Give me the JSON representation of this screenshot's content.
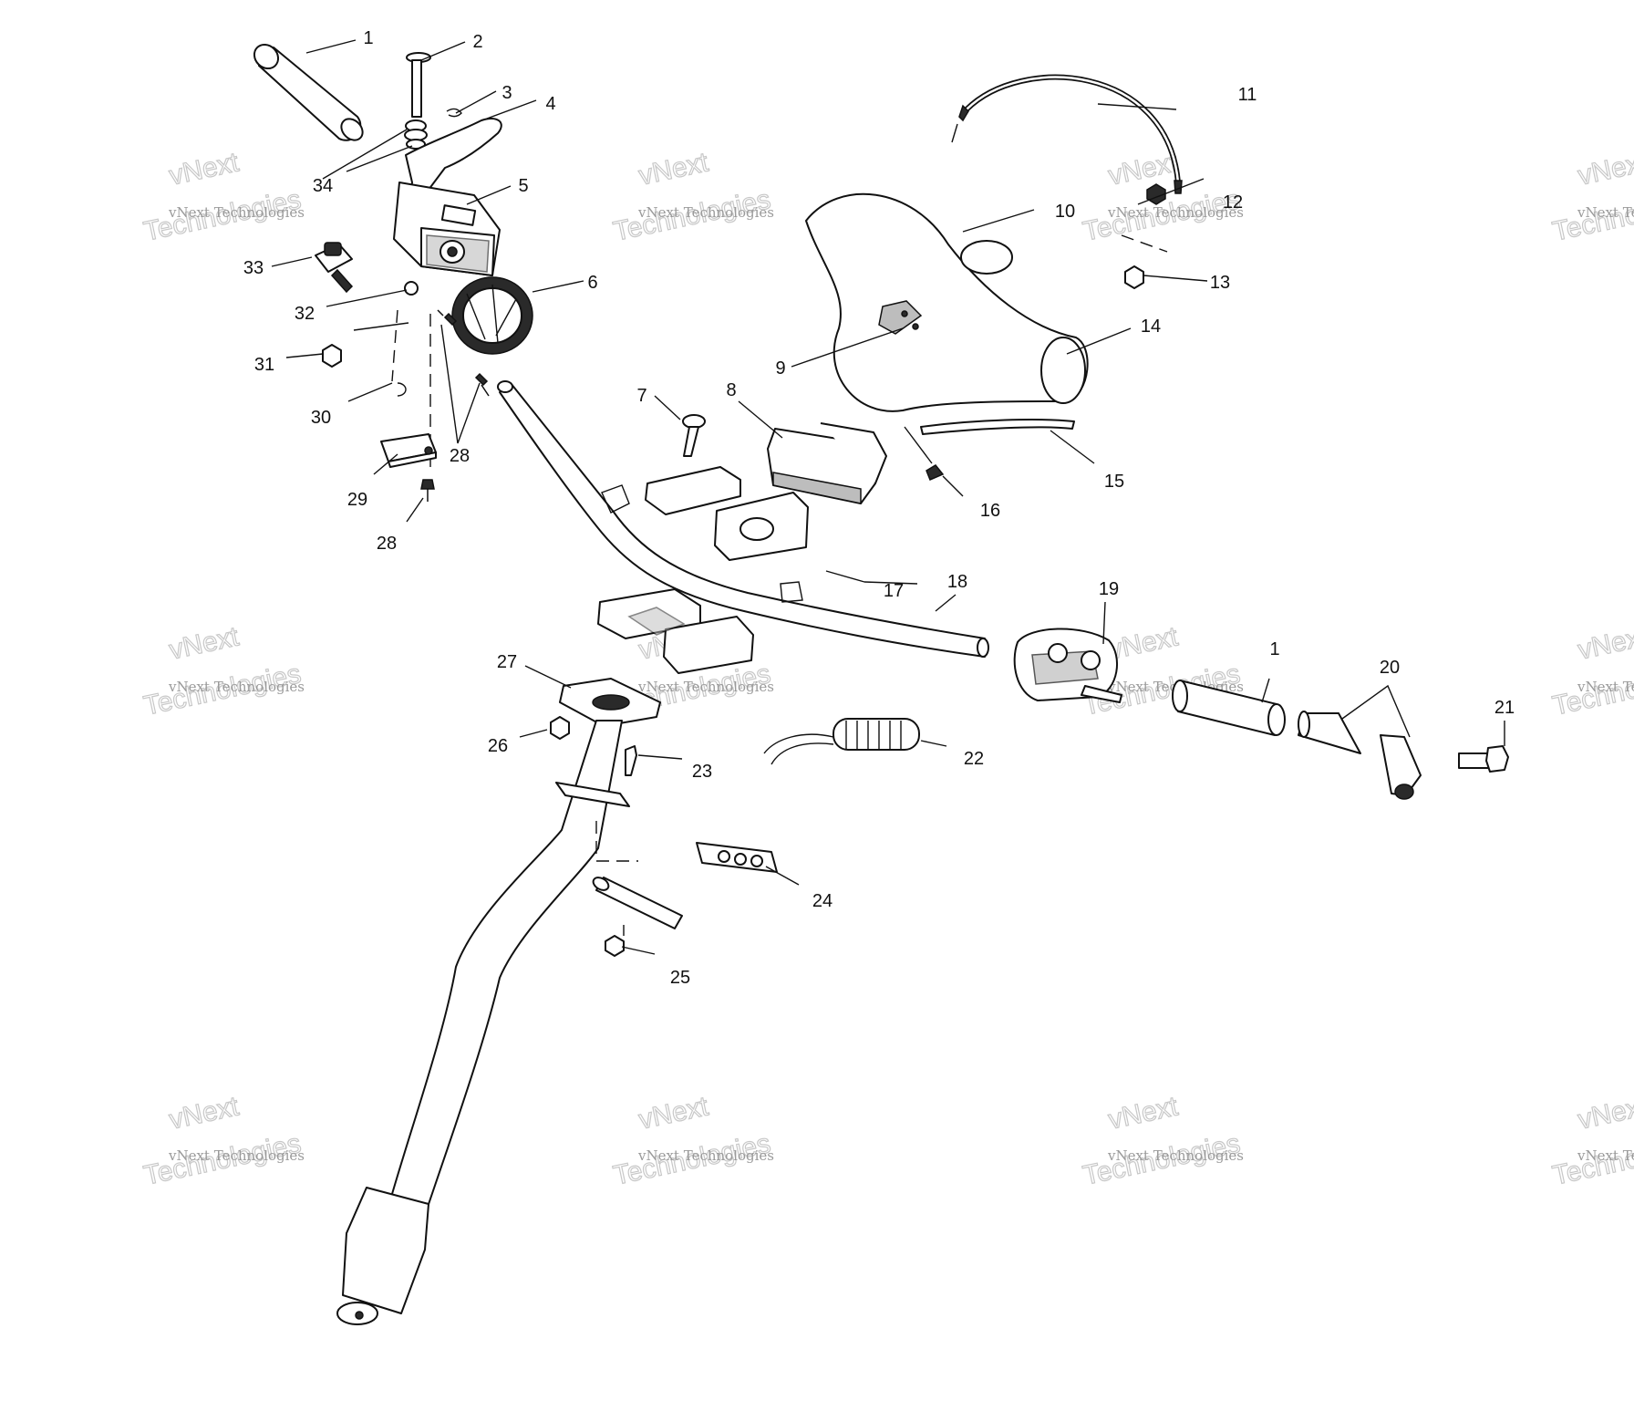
{
  "watermark": {
    "line1": "vNext Technologies",
    "line2": "vNext",
    "line3": "Technologies"
  },
  "callouts": [
    {
      "id": "c1a",
      "text": "1"
    },
    {
      "id": "c2",
      "text": "2"
    },
    {
      "id": "c3",
      "text": "3"
    },
    {
      "id": "c4",
      "text": "4"
    },
    {
      "id": "c34",
      "text": "34"
    },
    {
      "id": "c5",
      "text": "5"
    },
    {
      "id": "c33",
      "text": "33"
    },
    {
      "id": "c6",
      "text": "6"
    },
    {
      "id": "c32",
      "text": "32"
    },
    {
      "id": "c31",
      "text": "31"
    },
    {
      "id": "c30",
      "text": "30"
    },
    {
      "id": "c28a",
      "text": "28"
    },
    {
      "id": "c29",
      "text": "29"
    },
    {
      "id": "c28b",
      "text": "28"
    },
    {
      "id": "c7",
      "text": "7"
    },
    {
      "id": "c8",
      "text": "8"
    },
    {
      "id": "c9",
      "text": "9"
    },
    {
      "id": "c10",
      "text": "10"
    },
    {
      "id": "c11",
      "text": "11"
    },
    {
      "id": "c12",
      "text": "12"
    },
    {
      "id": "c13",
      "text": "13"
    },
    {
      "id": "c14",
      "text": "14"
    },
    {
      "id": "c15",
      "text": "15"
    },
    {
      "id": "c16",
      "text": "16"
    },
    {
      "id": "c17",
      "text": "17"
    },
    {
      "id": "c18",
      "text": "18"
    },
    {
      "id": "c19",
      "text": "19"
    },
    {
      "id": "c1b",
      "text": "1"
    },
    {
      "id": "c20",
      "text": "20"
    },
    {
      "id": "c21",
      "text": "21"
    },
    {
      "id": "c27",
      "text": "27"
    },
    {
      "id": "c26",
      "text": "26"
    },
    {
      "id": "c23",
      "text": "23"
    },
    {
      "id": "c22",
      "text": "22"
    },
    {
      "id": "c24",
      "text": "24"
    },
    {
      "id": "c25",
      "text": "25"
    }
  ]
}
